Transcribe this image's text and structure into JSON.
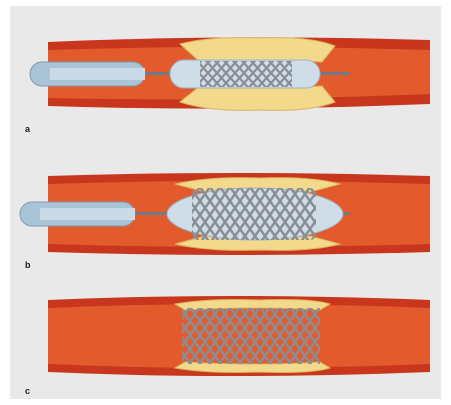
{
  "panels": [
    {
      "label": "a",
      "catheter": true,
      "stent_state": "crimped-on-balloon"
    },
    {
      "label": "b",
      "catheter": true,
      "stent_state": "balloon-inflated"
    },
    {
      "label": "c",
      "catheter": false,
      "stent_state": "deployed"
    }
  ],
  "colors": {
    "background": "#e9e9ea",
    "vessel_wall": "#c8361d",
    "vessel_lumen": "#e35a2d",
    "plaque": "#f2d98c",
    "plaque_edge": "#d9b65f",
    "stent_wire": "#8a8d93",
    "balloon": "#cfdde8",
    "catheter": "#a9c4d6",
    "guidewire": "#6f7c86"
  }
}
